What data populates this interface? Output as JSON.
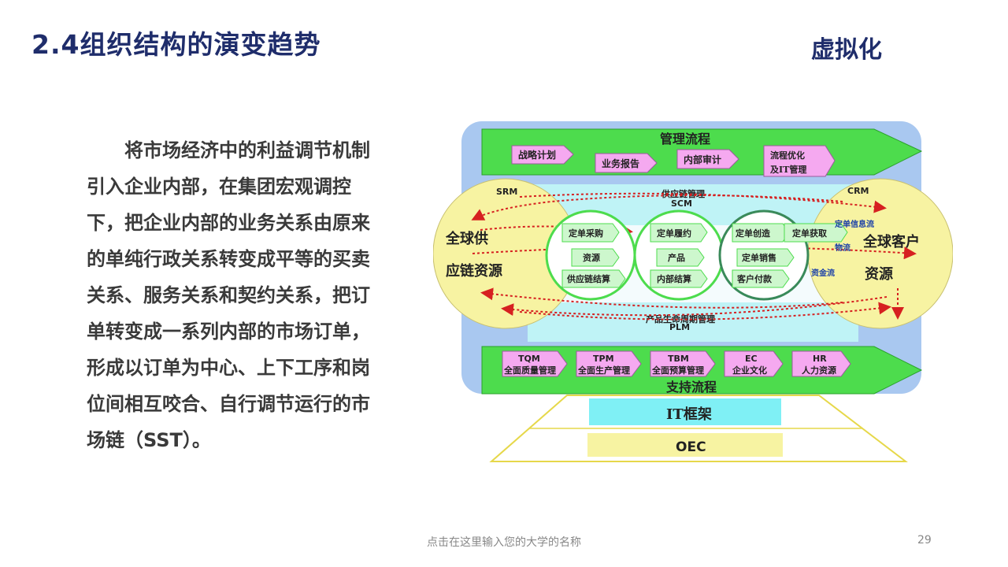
{
  "header": {
    "title": "2.4组织结构的演变趋势",
    "subtitle": "虚拟化"
  },
  "body": {
    "paragraph": "将市场经济中的利益调节机制引入企业内部，在集团宏观调控下，把企业内部的业务关系由原来的单纯行政关系转变成平等的买卖关系、服务关系和契约关系，把订单转变成一系列内部的市场订单，形成以订单为中心、上下工序和岗位间相互咬合、自行调节运行的市场链（SST）。"
  },
  "diagram": {
    "mgmt_process": "管理流程",
    "mgmt_boxes": [
      "战略计划",
      "业务报告",
      "内部审计",
      "流程优化",
      "及IT管理"
    ],
    "scm_cn": "供应链管理",
    "scm": "SCM",
    "srm": "SRM",
    "crm": "CRM",
    "left_resource_1": "全球供",
    "left_resource_2": "应链资源",
    "right_resource_1": "全球客户",
    "right_resource_2": "资源",
    "circle1": [
      "定单采购",
      "资源",
      "供应链结算"
    ],
    "circle2": [
      "定单履约",
      "产品",
      "内部结算"
    ],
    "circle3": [
      "定单创造",
      "定单销售",
      "客户付款"
    ],
    "order_get": "定单获取",
    "flows": [
      "定单信息流",
      "物流",
      "资金流"
    ],
    "plm_cn": "产品生命周期管理",
    "plm": "PLM",
    "support_boxes": [
      {
        "code": "TQM",
        "name": "全面质量管理"
      },
      {
        "code": "TPM",
        "name": "全面生产管理"
      },
      {
        "code": "TBM",
        "name": "全面预算管理"
      },
      {
        "code": "EC",
        "name": "企业文化"
      },
      {
        "code": "HR",
        "name": "人力资源"
      }
    ],
    "support_process": "支持流程",
    "it_framework": "IT框架",
    "oec": "OEC"
  },
  "footer": {
    "university": "点击在这里输入您的大学的名称",
    "page": "29"
  },
  "colors": {
    "title": "#1f2d6b",
    "green": "#4ddc4d",
    "pink": "#f5a9f0",
    "cyan": "#bff3f6",
    "yellow": "#f7f3a2",
    "blue_frame": "#a9c8f0"
  }
}
